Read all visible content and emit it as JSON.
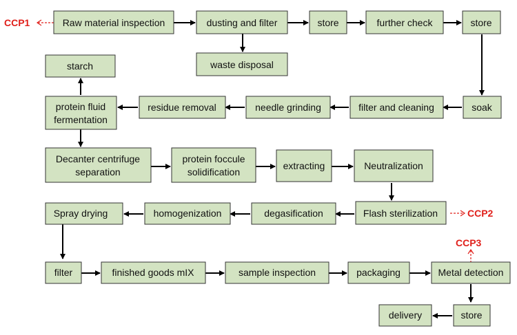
{
  "nodes": {
    "raw_material_inspection": "Raw material inspection",
    "dusting_and_filter": "dusting and filter",
    "store_1": "store",
    "further_check": "further check",
    "store_2": "store",
    "waste_disposal": "waste disposal",
    "starch": "starch",
    "protein_fluid_fermentation": [
      "protein fluid",
      "fermentation"
    ],
    "residue_removal": "residue removal",
    "needle_grinding": "needle grinding",
    "filter_and_cleaning": "filter and cleaning",
    "soak": "soak",
    "decanter_centrifuge_separation": [
      "Decanter centrifuge",
      "separation"
    ],
    "protein_foccule_solidification": [
      "protein foccule",
      "solidification"
    ],
    "extracting": "extracting",
    "neutralization": "Neutralization",
    "spray_drying": "Spray drying",
    "homogenization": "homogenization",
    "degasification": "degasification",
    "flash_sterilization": "Flash sterilization",
    "filter": "filter",
    "finished_goods_mix": "finished goods mIX",
    "sample_inspection": "sample inspection",
    "packaging": "packaging",
    "metal_detection": "Metal detection",
    "store_3": "store",
    "delivery": "delivery"
  },
  "ccp": {
    "ccp1": "CCP1",
    "ccp2": "CCP2",
    "ccp3": "CCP3"
  },
  "colors": {
    "box_fill": "#d3e3c2",
    "box_border": "#333333",
    "arrow": "#000000",
    "ccp": "#e0201b"
  }
}
